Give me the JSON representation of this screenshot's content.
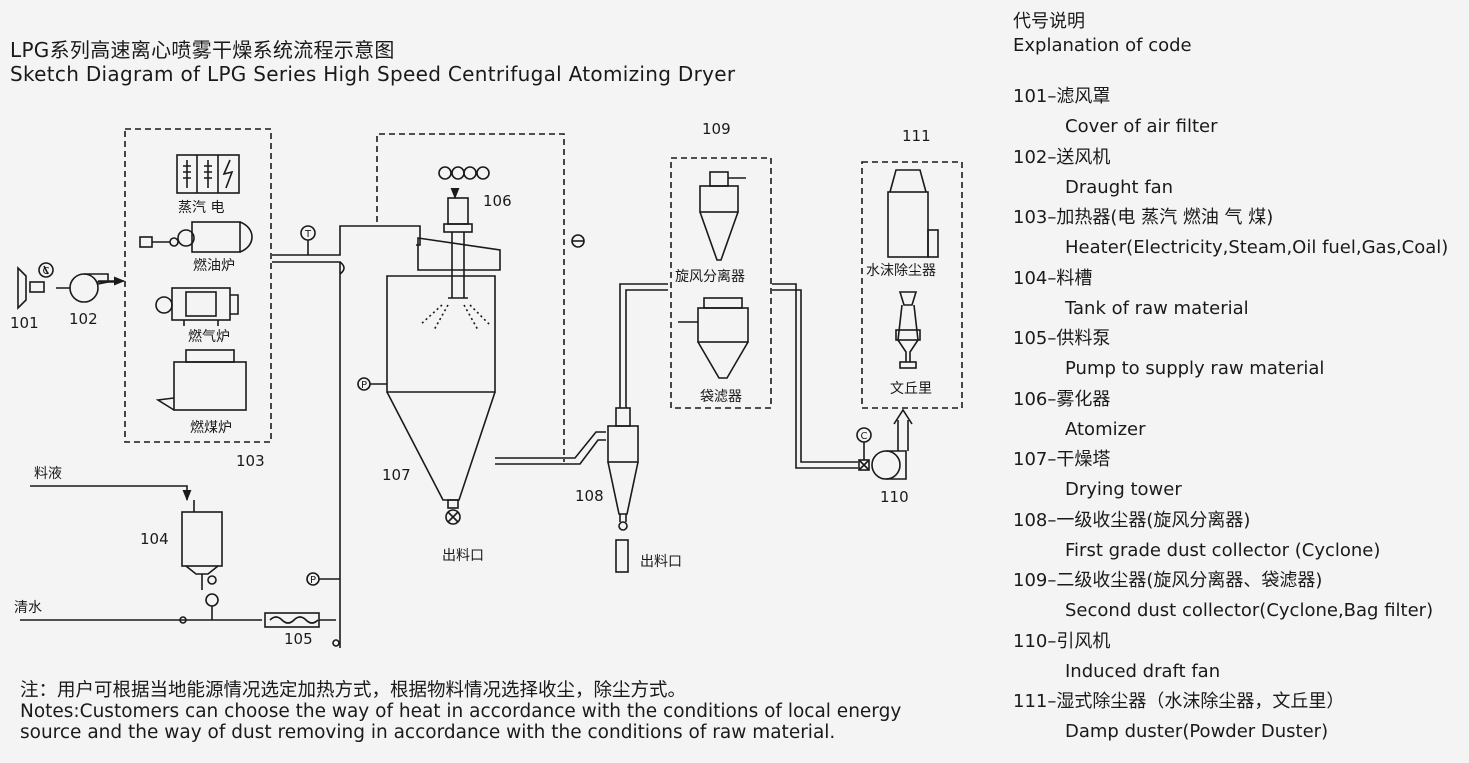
{
  "title": {
    "cn": "LPG系列高速离心喷雾干燥系统流程示意图",
    "en": "Sketch Diagram of LPG Series High Speed Centrifugal Atomizing Dryer"
  },
  "diagram": {
    "heater_labels": {
      "steam_elec": "蒸汽 电",
      "oil": "燃油炉",
      "gas": "燃气炉",
      "coal": "燃煤炉"
    },
    "separator_labels": {
      "cyclone": "旋风分离器",
      "bag": "袋滤器",
      "water": "水沫除尘器",
      "venturi": "文丘里"
    },
    "codes": {
      "c101": "101",
      "c102": "102",
      "c103": "103",
      "c104": "104",
      "c105": "105",
      "c106": "106",
      "c107": "107",
      "c108": "108",
      "c109": "109",
      "c110": "110",
      "c111": "111"
    },
    "inputs": {
      "feed_liquid": "料液",
      "clean_water": "清水"
    },
    "outlets": {
      "tower": "出料口",
      "cyclone": "出料口"
    },
    "instrument_letters": {
      "t": "T",
      "p": "P",
      "c": "C"
    }
  },
  "notes": {
    "cn": "注：用户可根据当地能源情况选定加热方式，根据物料情况选择收尘，除尘方式。",
    "en_line1": "Notes:Customers can choose the way of heat in accordance with the conditions of local energy",
    "en_line2": "source and the way of dust removing in accordance with the conditions of raw material."
  },
  "legend": {
    "title_cn": "代号说明",
    "title_en": "Explanation of code",
    "items": [
      {
        "code": "101",
        "cn": "滤风罩",
        "en": "Cover of air filter"
      },
      {
        "code": "102",
        "cn": "送风机",
        "en": "Draught fan"
      },
      {
        "code": "103",
        "cn": "加热器(电 蒸汽 燃油 气 煤)",
        "en": "Heater(Electricity,Steam,Oil fuel,Gas,Coal)"
      },
      {
        "code": "104",
        "cn": "料槽",
        "en": "Tank of raw material"
      },
      {
        "code": "105",
        "cn": "供料泵",
        "en": "Pump to supply raw material"
      },
      {
        "code": "106",
        "cn": "雾化器",
        "en": "Atomizer"
      },
      {
        "code": "107",
        "cn": "干燥塔",
        "en": "Drying tower"
      },
      {
        "code": "108",
        "cn": "一级收尘器(旋风分离器)",
        "en": "First grade dust collector (Cyclone)"
      },
      {
        "code": "109",
        "cn": "二级收尘器(旋风分离器、袋滤器)",
        "en": "Second dust collector(Cyclone,Bag filter)"
      },
      {
        "code": "110",
        "cn": "引风机",
        "en": "Induced draft fan"
      },
      {
        "code": "111",
        "cn": "湿式除尘器（水沫除尘器，文丘里）",
        "en": "Damp duster(Powder Duster)"
      }
    ]
  }
}
